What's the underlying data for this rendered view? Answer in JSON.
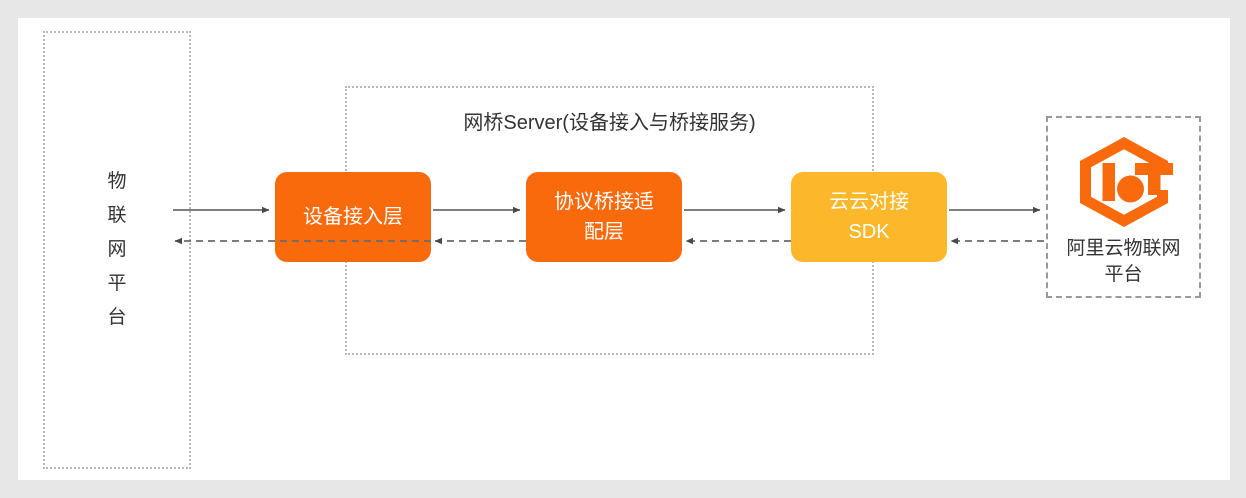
{
  "canvas": {
    "background": "#ffffff",
    "page_background": "#e7e7e7"
  },
  "colors": {
    "orange": "#f96a0c",
    "amber": "#fcb72b",
    "text": "#333333",
    "connector": "#6b6b6b",
    "dotted_border": "#b9b9b9",
    "dashed_border": "#9a9a9a"
  },
  "left_platform": {
    "label": "物\n联\n网\n平\n台",
    "border_style": "dotted"
  },
  "bridge_group": {
    "title": "网桥Server(设备接入与桥接服务)",
    "border_style": "dotted"
  },
  "boxes": [
    {
      "id": "device-access",
      "label": "设备接入层",
      "color": "#f96a0c"
    },
    {
      "id": "protocol-bridge",
      "label": "协议桥接适\n配层",
      "color": "#f96a0c"
    },
    {
      "id": "cloud-sdk",
      "label": "云云对接\nSDK",
      "color": "#fcb72b"
    }
  ],
  "cloud_platform": {
    "label": "阿里云物联网\n平台",
    "logo_name": "alibaba-cloud-iot-logo",
    "border_style": "dashed"
  },
  "connectors": {
    "forward_style": "solid",
    "return_style": "dashed",
    "forward_direction": "right",
    "return_direction": "left",
    "segments": [
      "left-platform-to-device-access",
      "device-access-to-protocol-bridge",
      "protocol-bridge-to-cloud-sdk",
      "cloud-sdk-to-cloud-platform"
    ]
  }
}
